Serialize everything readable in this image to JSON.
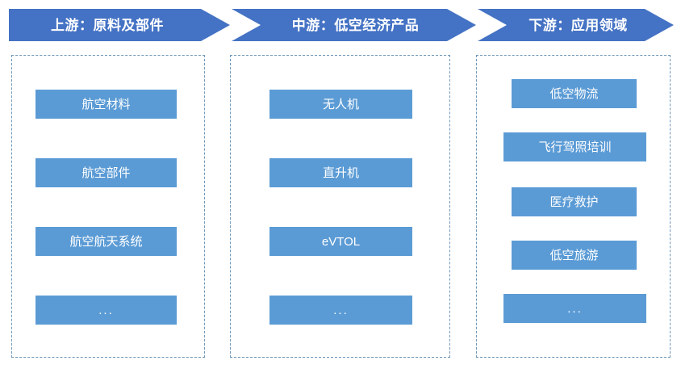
{
  "diagram": {
    "title_stages": [
      {
        "id": "upstream",
        "label": "上游：原料及部件"
      },
      {
        "id": "midstream",
        "label": "中游：低空经济产品"
      },
      {
        "id": "downstream",
        "label": "下游：应用领域"
      }
    ],
    "colors": {
      "header_blue": "#4472C4",
      "node_blue": "#5B9BD5",
      "dashed_border": "#6E96B8",
      "text_white": "#FFFFFF",
      "background": "#FFFFFF"
    },
    "columns": [
      {
        "id": "upstream-column",
        "stage": "上游：原料及部件",
        "items": [
          {
            "label": "航空材料"
          },
          {
            "label": "航空部件"
          },
          {
            "label": "航空航天系统"
          },
          {
            "label": "..."
          }
        ]
      },
      {
        "id": "midstream-column",
        "stage": "中游：低空经济产品",
        "items": [
          {
            "label": "无人机"
          },
          {
            "label": "直升机"
          },
          {
            "label": "eVTOL"
          },
          {
            "label": "..."
          }
        ]
      },
      {
        "id": "downstream-column",
        "stage": "下游：应用领域",
        "items": [
          {
            "label": "低空物流"
          },
          {
            "label": "飞行驾照培训"
          },
          {
            "label": "医疗救护"
          },
          {
            "label": "低空旅游"
          },
          {
            "label": "..."
          }
        ]
      }
    ]
  }
}
